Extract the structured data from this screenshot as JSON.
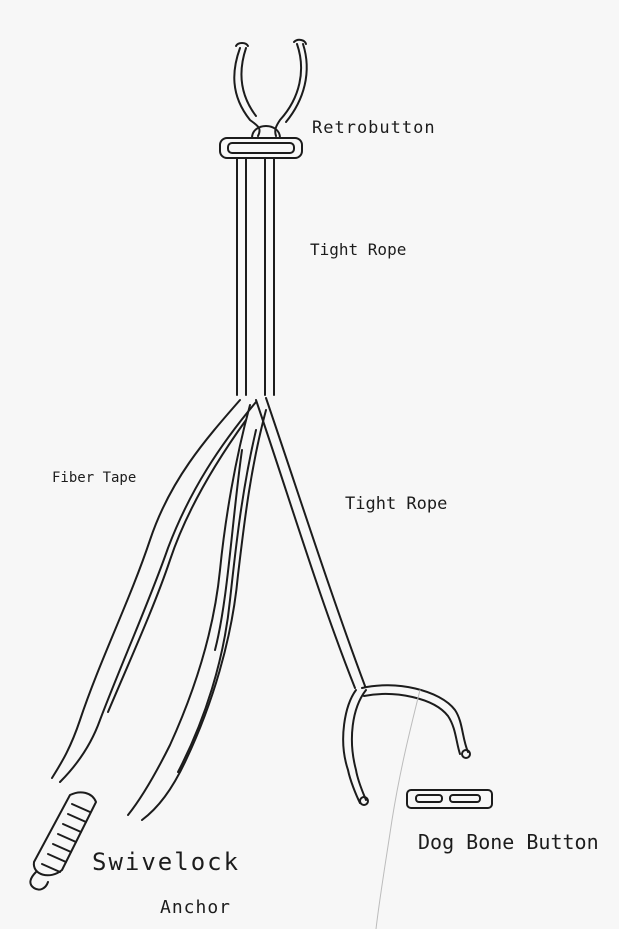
{
  "labels": {
    "retrobutton": "Retrobutton",
    "tight_rope_upper": "Tight Rope",
    "fiber_tape": "Fiber Tape",
    "tight_rope_lower": "Tight Rope",
    "swivelock": "Swivelock",
    "anchor": "Anchor",
    "dog_bone_button": "Dog Bone Button"
  },
  "colors": {
    "paper": "#f7f7f7",
    "ink": "#1c1c1c"
  }
}
